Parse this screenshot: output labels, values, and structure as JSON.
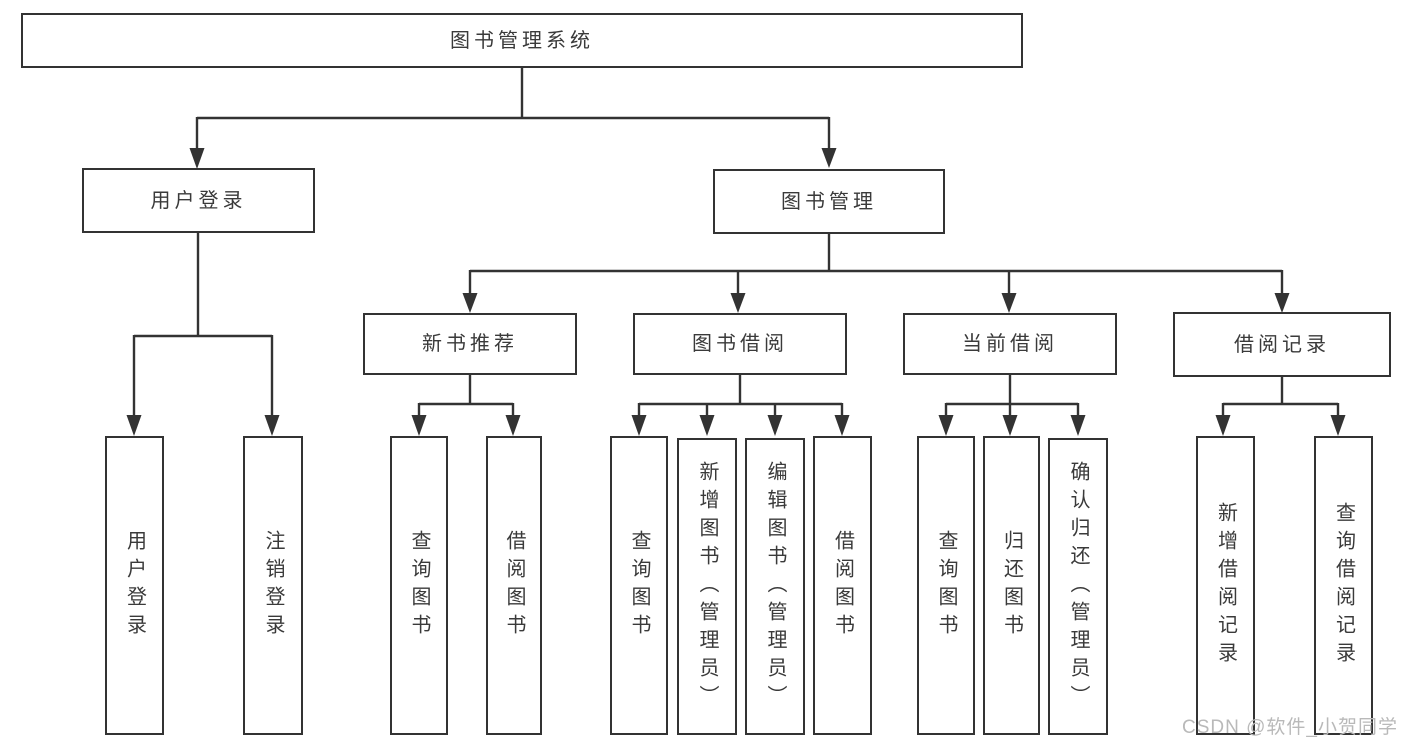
{
  "diagram": {
    "root": {
      "label": "图书管理系统"
    },
    "branches": [
      {
        "label": "用户登录",
        "children": [
          {
            "label": "用户登录"
          },
          {
            "label": "注销登录"
          }
        ]
      },
      {
        "label": "图书管理",
        "children": [
          {
            "label": "新书推荐",
            "children": [
              {
                "label": "查询图书"
              },
              {
                "label": "借阅图书"
              }
            ]
          },
          {
            "label": "图书借阅",
            "children": [
              {
                "label": "查询图书"
              },
              {
                "label": "新增图书（管理员）"
              },
              {
                "label": "编辑图书（管理员）"
              },
              {
                "label": "借阅图书"
              }
            ]
          },
          {
            "label": "当前借阅",
            "children": [
              {
                "label": "查询图书"
              },
              {
                "label": "归还图书"
              },
              {
                "label": "确认归还（管理员）"
              }
            ]
          },
          {
            "label": "借阅记录",
            "children": [
              {
                "label": "新增借阅记录"
              },
              {
                "label": "查询借阅记录"
              }
            ]
          }
        ]
      }
    ],
    "watermark": "CSDN @软件_小贺同学",
    "colors": {
      "line": "#333333",
      "box_border": "#333333",
      "box_fill": "#ffffff",
      "text": "#3a3a3a",
      "watermark": "#b9b9b9"
    }
  }
}
